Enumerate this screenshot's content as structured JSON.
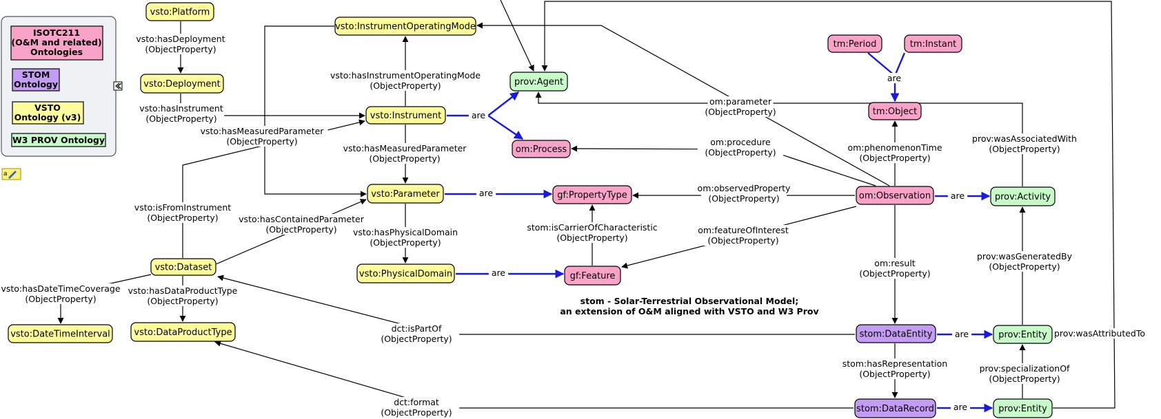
{
  "legend": {
    "items": [
      {
        "lines": [
          "ISOTC211",
          "(O&M and related)",
          "Ontologies"
        ],
        "color": "#f9a3c9"
      },
      {
        "lines": [
          "STOM",
          "Ontology"
        ],
        "color": "#c59cf4"
      },
      {
        "lines": [
          "VSTO",
          "Ontology (v3)"
        ],
        "color": "#fdfb9c"
      },
      {
        "lines": [
          "W3 PROV Ontology"
        ],
        "color": "#c7f9c9"
      }
    ],
    "collapse_icon": "double-chevron-left-icon",
    "note_icon": "note-icon"
  },
  "caption": [
    "stom - Solar-Terrestrial Observational Model;",
    "an extension of O&M aligned with VSTO and W3 Prov"
  ],
  "colors": {
    "iso": "#f9a3c9",
    "stom": "#c59cf4",
    "vsto": "#fdfb9c",
    "prov": "#c7f9c9",
    "blue_edge": "#1a1adb"
  },
  "nodes": [
    {
      "id": "platform",
      "label": "vsto:Platform",
      "cat": "vsto"
    },
    {
      "id": "deployment",
      "label": "vsto:Deployment",
      "cat": "vsto"
    },
    {
      "id": "iom",
      "label": "vsto:InstrumentOperatingMode",
      "cat": "vsto"
    },
    {
      "id": "instrument",
      "label": "vsto:Instrument",
      "cat": "vsto"
    },
    {
      "id": "parameter",
      "label": "vsto:Parameter",
      "cat": "vsto"
    },
    {
      "id": "physdomain",
      "label": "vsto:PhysicalDomain",
      "cat": "vsto"
    },
    {
      "id": "dataset",
      "label": "vsto:Dataset",
      "cat": "vsto"
    },
    {
      "id": "dti",
      "label": "vsto:DateTimeInterval",
      "cat": "vsto"
    },
    {
      "id": "dpt",
      "label": "vsto:DataProductType",
      "cat": "vsto"
    },
    {
      "id": "agent",
      "label": "prov:Agent",
      "cat": "prov"
    },
    {
      "id": "process",
      "label": "om:Process",
      "cat": "iso"
    },
    {
      "id": "ptype",
      "label": "gf:PropertyType",
      "cat": "iso"
    },
    {
      "id": "feature",
      "label": "gf:Feature",
      "cat": "iso"
    },
    {
      "id": "period",
      "label": "tm:Period",
      "cat": "iso"
    },
    {
      "id": "instant",
      "label": "tm:Instant",
      "cat": "iso"
    },
    {
      "id": "tobject",
      "label": "tm:Object",
      "cat": "iso"
    },
    {
      "id": "obs",
      "label": "om:Observation",
      "cat": "iso"
    },
    {
      "id": "activity",
      "label": "prov:Activity",
      "cat": "prov"
    },
    {
      "id": "dataentity",
      "label": "stom:DataEntity",
      "cat": "stom"
    },
    {
      "id": "datarecord",
      "label": "stom:DataRecord",
      "cat": "stom"
    },
    {
      "id": "entity1",
      "label": "prov:Entity",
      "cat": "prov"
    },
    {
      "id": "entity2",
      "label": "prov:Entity",
      "cat": "prov"
    }
  ],
  "edge_labels": [
    {
      "id": "hasDeployment",
      "lines": [
        "vsto:hasDeployment",
        "(ObjectProperty)"
      ]
    },
    {
      "id": "hasInstrument",
      "lines": [
        "vsto:hasInstrument",
        "(ObjectProperty)"
      ]
    },
    {
      "id": "hasIOM",
      "lines": [
        "vsto:hasInstrumentOperatingMode",
        "(ObjectProperty)"
      ]
    },
    {
      "id": "hasMP1",
      "lines": [
        "vsto:hasMeasuredParameter",
        "(ObjectProperty)"
      ]
    },
    {
      "id": "hasMP2",
      "lines": [
        "vsto:hasMeasuredParameter",
        "(ObjectProperty)"
      ]
    },
    {
      "id": "isFromInstrument",
      "lines": [
        "vsto:isFromInstrument",
        "(ObjectProperty)"
      ]
    },
    {
      "id": "hasContainedParameter",
      "lines": [
        "vsto:hasContainedParameter",
        "(ObjectProperty)"
      ]
    },
    {
      "id": "hasPhysicalDomain",
      "lines": [
        "vsto:hasPhysicalDomain",
        "(ObjectProperty)"
      ]
    },
    {
      "id": "hasDateTimeCoverage",
      "lines": [
        "vsto:hasDateTimeCoverage",
        "(ObjectProperty)"
      ]
    },
    {
      "id": "hasDataProductType",
      "lines": [
        "vsto:hasDataProductType",
        "(ObjectProperty)"
      ]
    },
    {
      "id": "isPartOf",
      "lines": [
        "dct:isPartOf",
        "(ObjectProperty)"
      ]
    },
    {
      "id": "format",
      "lines": [
        "dct:format",
        "(ObjectProperty)"
      ]
    },
    {
      "id": "parameter",
      "lines": [
        "om:parameter",
        "(ObjectProperty)"
      ]
    },
    {
      "id": "procedure",
      "lines": [
        "om:procedure",
        "(ObjectProperty)"
      ]
    },
    {
      "id": "observedProperty",
      "lines": [
        "om:observedProperty",
        "(ObjectProperty)"
      ]
    },
    {
      "id": "featureOfInterest",
      "lines": [
        "om:featureOfInterest",
        "(ObjectProperty)"
      ]
    },
    {
      "id": "isCarrier",
      "lines": [
        "stom:isCarrierOfCharacteristic",
        "(ObjectProperty)"
      ]
    },
    {
      "id": "phenomenonTime",
      "lines": [
        "om:phenomenonTime",
        "(ObjectProperty)"
      ]
    },
    {
      "id": "result",
      "lines": [
        "om:result",
        "(ObjectProperty)"
      ]
    },
    {
      "id": "hasRepresentation",
      "lines": [
        "stom:hasRepresentation",
        "(ObjectProperty)"
      ]
    },
    {
      "id": "wasAssociatedWith",
      "lines": [
        "prov:wasAssociatedWith",
        "(ObjectProperty)"
      ]
    },
    {
      "id": "wasGeneratedBy",
      "lines": [
        "prov:wasGeneratedBy",
        "(ObjectProperty)"
      ]
    },
    {
      "id": "specializationOf",
      "lines": [
        "prov:specializationOf",
        "(ObjectProperty)"
      ]
    },
    {
      "id": "wasAttributedTo",
      "lines": [
        "prov:wasAttributedTo"
      ]
    },
    {
      "id": "are_instr",
      "lines": [
        "are"
      ]
    },
    {
      "id": "are_param",
      "lines": [
        "are"
      ]
    },
    {
      "id": "are_physdom",
      "lines": [
        "are"
      ]
    },
    {
      "id": "are_tm",
      "lines": [
        "are"
      ]
    },
    {
      "id": "are_obs",
      "lines": [
        "are"
      ]
    },
    {
      "id": "are_de",
      "lines": [
        "are"
      ]
    },
    {
      "id": "are_dr",
      "lines": [
        "are"
      ]
    }
  ]
}
